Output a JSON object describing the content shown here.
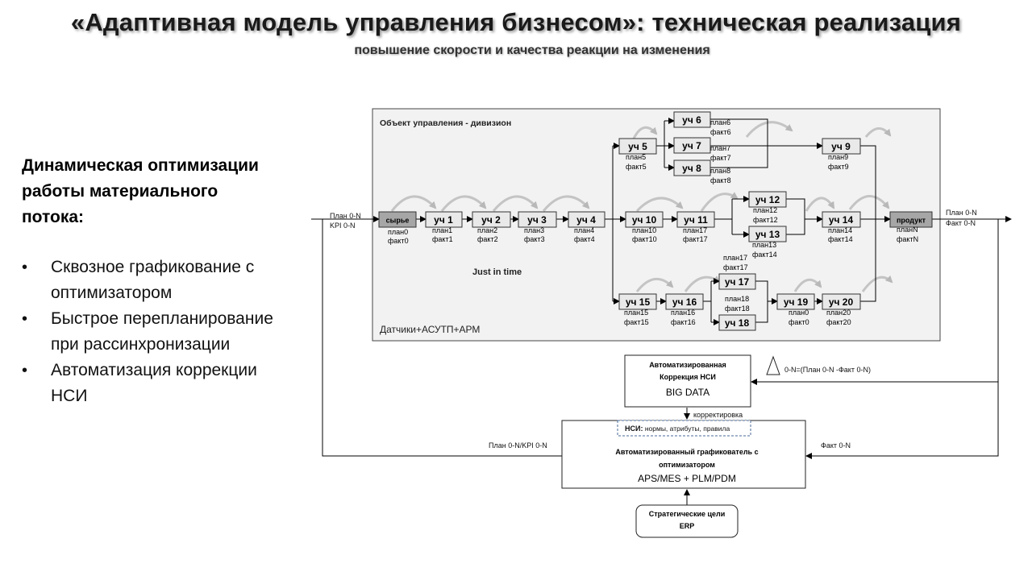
{
  "header": {
    "title": "«Адаптивная модель управления бизнесом»:  техническая реализация",
    "subtitle": "повышение скорости и качества реакции на изменения"
  },
  "left_panel": {
    "heading": "Динамическая оптимизации работы материального потока:",
    "bullets": [
      "Сквозное графикование с оптимизатором",
      "Быстрое перепланирование при рассинхронизации",
      "Автоматизация коррекции НСИ"
    ]
  },
  "diagram": {
    "object_title": "Объект управления  - дивизион",
    "object_footer": "Датчики+АСУТП+АРМ",
    "jit_label": "Just in time",
    "input_labels": {
      "plan": "План 0-N",
      "kpi": "KPI    0-N"
    },
    "output_labels": {
      "plan": "План 0-N",
      "fact": "Факт 0-N"
    },
    "nodes": {
      "raw": {
        "label": "сырье",
        "plan": "план0",
        "fact": "факт0"
      },
      "u1": {
        "label": "уч 1",
        "plan": "план1",
        "fact": "факт1"
      },
      "u2": {
        "label": "уч 2",
        "plan": "план2",
        "fact": "факт2"
      },
      "u3": {
        "label": "уч 3",
        "plan": "план3",
        "fact": "факт3"
      },
      "u4": {
        "label": "уч 4",
        "plan": "план4",
        "fact": "факт4"
      },
      "u5": {
        "label": "уч 5",
        "plan": "план5",
        "fact": "факт5"
      },
      "u6": {
        "label": "уч 6",
        "plan": "план6",
        "fact": "факт6"
      },
      "u7": {
        "label": "уч 7",
        "plan": "план7",
        "fact": "факт7"
      },
      "u8": {
        "label": "уч 8",
        "plan": "план8",
        "fact": "факт8"
      },
      "u9": {
        "label": "уч 9",
        "plan": "план9",
        "fact": "факт9"
      },
      "u10": {
        "label": "уч 10",
        "plan": "план10",
        "fact": "факт10"
      },
      "u11": {
        "label": "уч 11",
        "plan": "план17",
        "fact": "факт17"
      },
      "u12": {
        "label": "уч 12",
        "plan": "план12",
        "fact": "факт12"
      },
      "u13": {
        "label": "уч 13",
        "plan": "план13",
        "fact": "факт14"
      },
      "u14": {
        "label": "уч 14",
        "plan": "план14",
        "fact": "факт14"
      },
      "u15": {
        "label": "уч 15",
        "plan": "план15",
        "fact": "факт15"
      },
      "u16": {
        "label": "уч 16",
        "plan": "план16",
        "fact": "факт16"
      },
      "u17": {
        "label": "уч 17",
        "plan": "план17",
        "fact": "факт17"
      },
      "u18": {
        "label": "уч 18",
        "plan": "план18",
        "fact": "факт18"
      },
      "u19": {
        "label": "уч 19",
        "plan": "план0",
        "fact": "факт0"
      },
      "u20": {
        "label": "уч 20",
        "plan": "план20",
        "fact": "факт20"
      },
      "product": {
        "label": "продукт",
        "plan": "планN",
        "fact": "фактN"
      }
    },
    "nsi_correction": {
      "line1": "Автоматизированная",
      "line2": "Коррекция  НСИ",
      "line3": "BIG DATA",
      "delta_label": "0-N=(План 0-N -Факт 0-N)"
    },
    "correction_label": "корректировка",
    "nsi_box": {
      "bold": "НСИ:",
      "rest": " нормы, атрибуты, правила"
    },
    "scheduler": {
      "line1": "Автоматизированный   графикователь  с",
      "line2": "оптимизатором",
      "line3": "APS/MES  + PLM/PDM"
    },
    "feedback_plan": "План 0-N/KPI 0-N",
    "feedback_fact": "Факт 0-N",
    "strategy": {
      "line1": "Стратегические  цели",
      "line2": "ERP"
    }
  },
  "colors": {
    "grey_box": "#a6a6a6",
    "light_box": "#e9e9e9",
    "panel_bg": "#f2f2f2",
    "line": "#000000"
  }
}
